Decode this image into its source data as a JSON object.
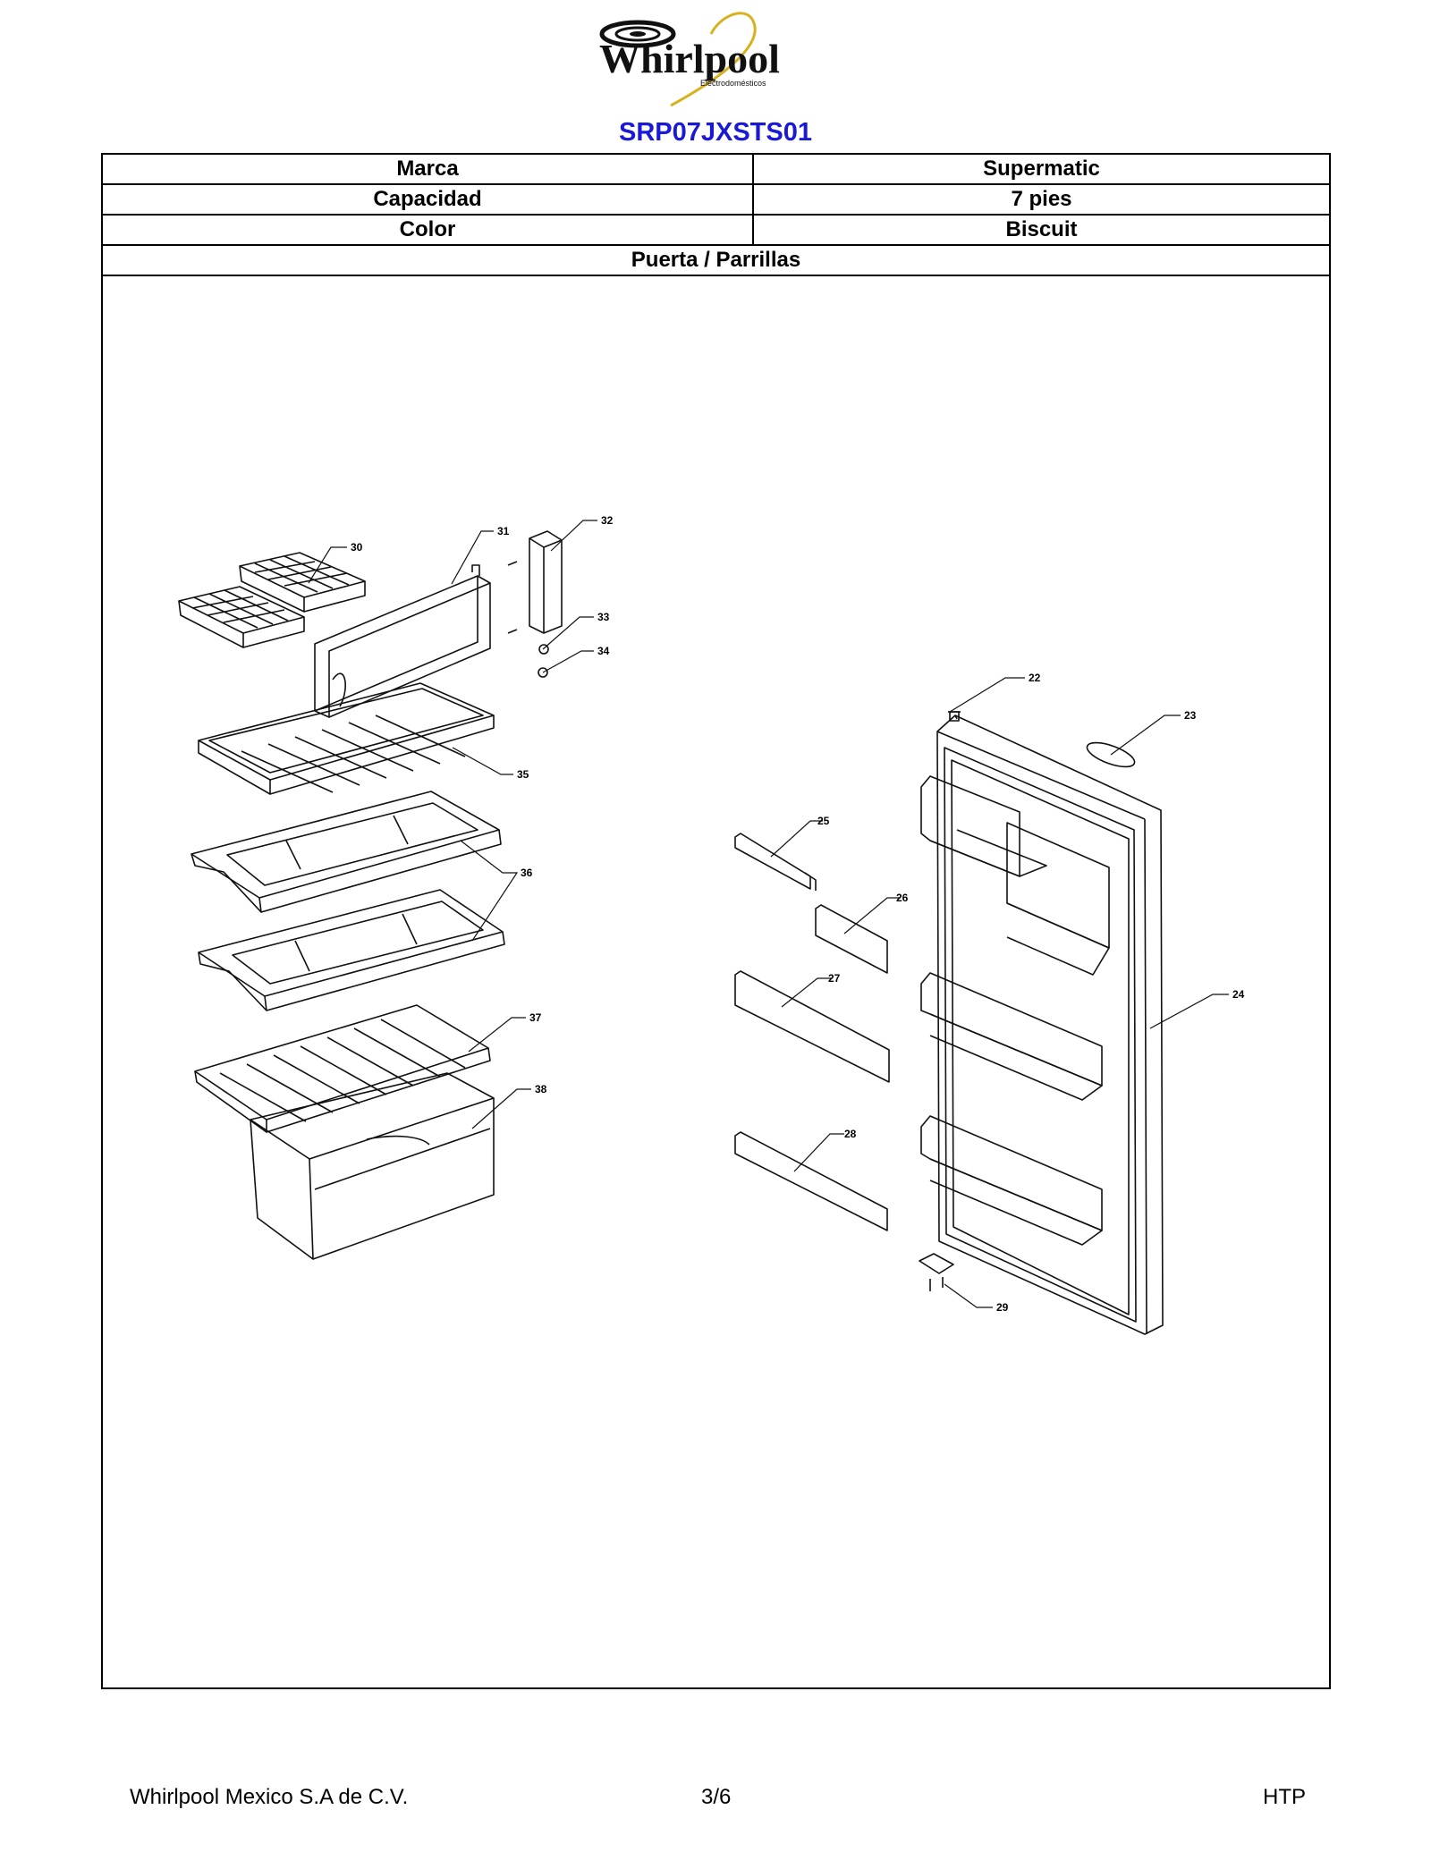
{
  "header": {
    "brand_logo_text": "Whirlpool",
    "brand_logo_subtext": "Electrodomésticos",
    "model": "SRP07JXSTS01"
  },
  "specs": [
    {
      "label": "Marca",
      "value": "Supermatic"
    },
    {
      "label": "Capacidad",
      "value": "7 pies"
    },
    {
      "label": "Color",
      "value": "Biscuit"
    }
  ],
  "section_title": "Puerta / Parrillas",
  "parts": [
    "22",
    "23",
    "24",
    "25",
    "26",
    "27",
    "28",
    "29",
    "30",
    "31",
    "32",
    "33",
    "34",
    "35",
    "36",
    "37",
    "38"
  ],
  "footer": {
    "company": "Whirlpool Mexico S.A de C.V.",
    "page": "3/6",
    "code": "HTP"
  }
}
